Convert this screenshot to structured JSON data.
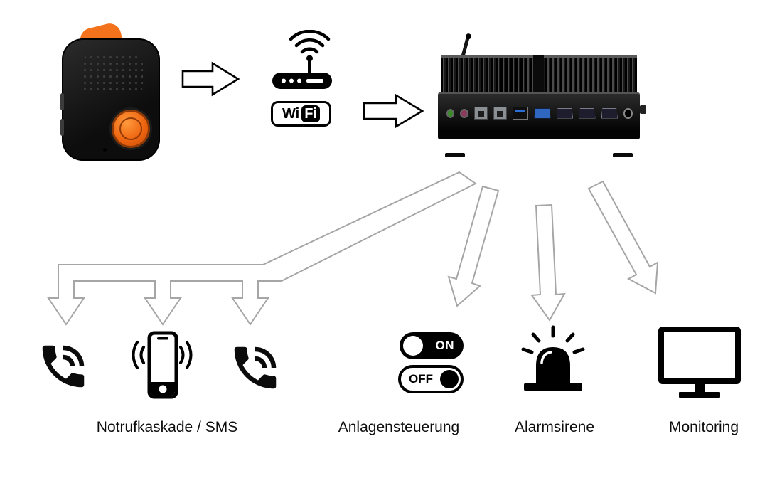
{
  "labels": {
    "notrufkaskade": "Notrufkaskade / SMS",
    "anlagensteuerung": "Anlagensteuerung",
    "alarmsirene": "Alarmsirene",
    "monitoring": "Monitoring"
  },
  "toggles": {
    "on": "ON",
    "off": "OFF"
  },
  "wifi_badge": {
    "wi": "Wi",
    "fi": "Fi"
  },
  "icons": {
    "pendant": "sos-emergency-pendant",
    "router": "wifi-router",
    "server": "industrial-pc-alarm-server",
    "phone": "phone-call-icon",
    "smartphone": "smartphone-sms-icon",
    "toggle_on": "switch-on-icon",
    "toggle_off": "switch-off-icon",
    "siren": "alarm-siren-icon",
    "monitor": "monitoring-display-icon"
  },
  "colors": {
    "background": "#ffffff",
    "accent_orange": "#f4721c",
    "icon_black": "#000000",
    "arrow_outline_black": "#000000",
    "arrow_outline_gray": "#a6a6a6",
    "vga_port_blue": "#2f66c0"
  }
}
